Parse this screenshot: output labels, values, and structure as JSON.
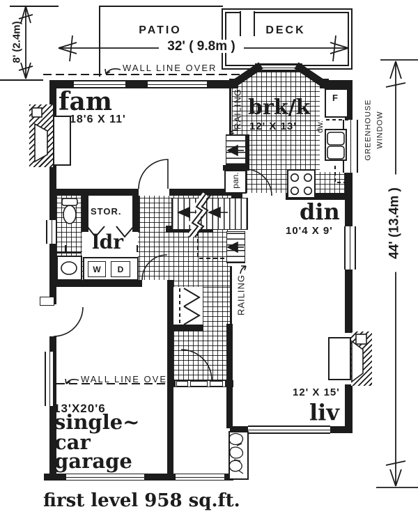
{
  "colors": {
    "ink": "#1c1c1c",
    "paper": "#ffffff"
  },
  "caption": "first level 958 sq.ft.",
  "outdoor": {
    "patio_label": "PATIO",
    "deck_label": "DECK"
  },
  "dimensions": {
    "patio_depth": "8' (2.4m)",
    "overall_width": "32' ( 9.8m )",
    "overall_depth": "44' (13.4m )"
  },
  "annotations": {
    "wall_line_over_top": "WALL LINE OVER",
    "wall_line_over_garage": "WALL LINE OVER",
    "railing_kitchen": "RAILING",
    "railing_hall": "RAILING",
    "greenhouse_window_line1": "GREENHOUSE",
    "greenhouse_window_line2": "WINDOW"
  },
  "rooms": {
    "family": {
      "label": "fam",
      "dims": "18'6 X 11'"
    },
    "breakfast_kitchen": {
      "label": "brk/k",
      "dims": "12' X 13'"
    },
    "dining": {
      "label": "din",
      "dims": "10'4 X 9'"
    },
    "living": {
      "label": "liv",
      "dims": "12' X 15'"
    },
    "laundry": {
      "label": "ldr"
    },
    "storage": {
      "label": "STOR."
    },
    "pantry": {
      "label": "pan."
    },
    "garage": {
      "dims": "13'X20'6",
      "label_line1": "single~",
      "label_line2": "car",
      "label_line3": "garage"
    }
  },
  "appliances": {
    "washer": "W",
    "dryer": "D",
    "dishwasher": "dw.",
    "fridge": "F"
  }
}
